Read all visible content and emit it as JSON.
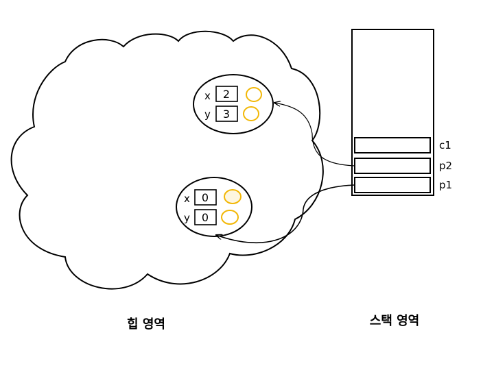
{
  "heap": {
    "label": "힙 영역",
    "objects": [
      {
        "fields": [
          {
            "name": "x",
            "value": "2"
          },
          {
            "name": "y",
            "value": "3"
          }
        ]
      },
      {
        "fields": [
          {
            "name": "x",
            "value": "0"
          },
          {
            "name": "y",
            "value": "0"
          }
        ]
      }
    ]
  },
  "stack": {
    "label": "스택 영역",
    "vars": [
      {
        "name": "c1"
      },
      {
        "name": "p2"
      },
      {
        "name": "p1"
      }
    ]
  },
  "colors": {
    "stroke": "#000000",
    "ring": "#f2b705",
    "ring_fill_light": "#fdf6e0"
  }
}
